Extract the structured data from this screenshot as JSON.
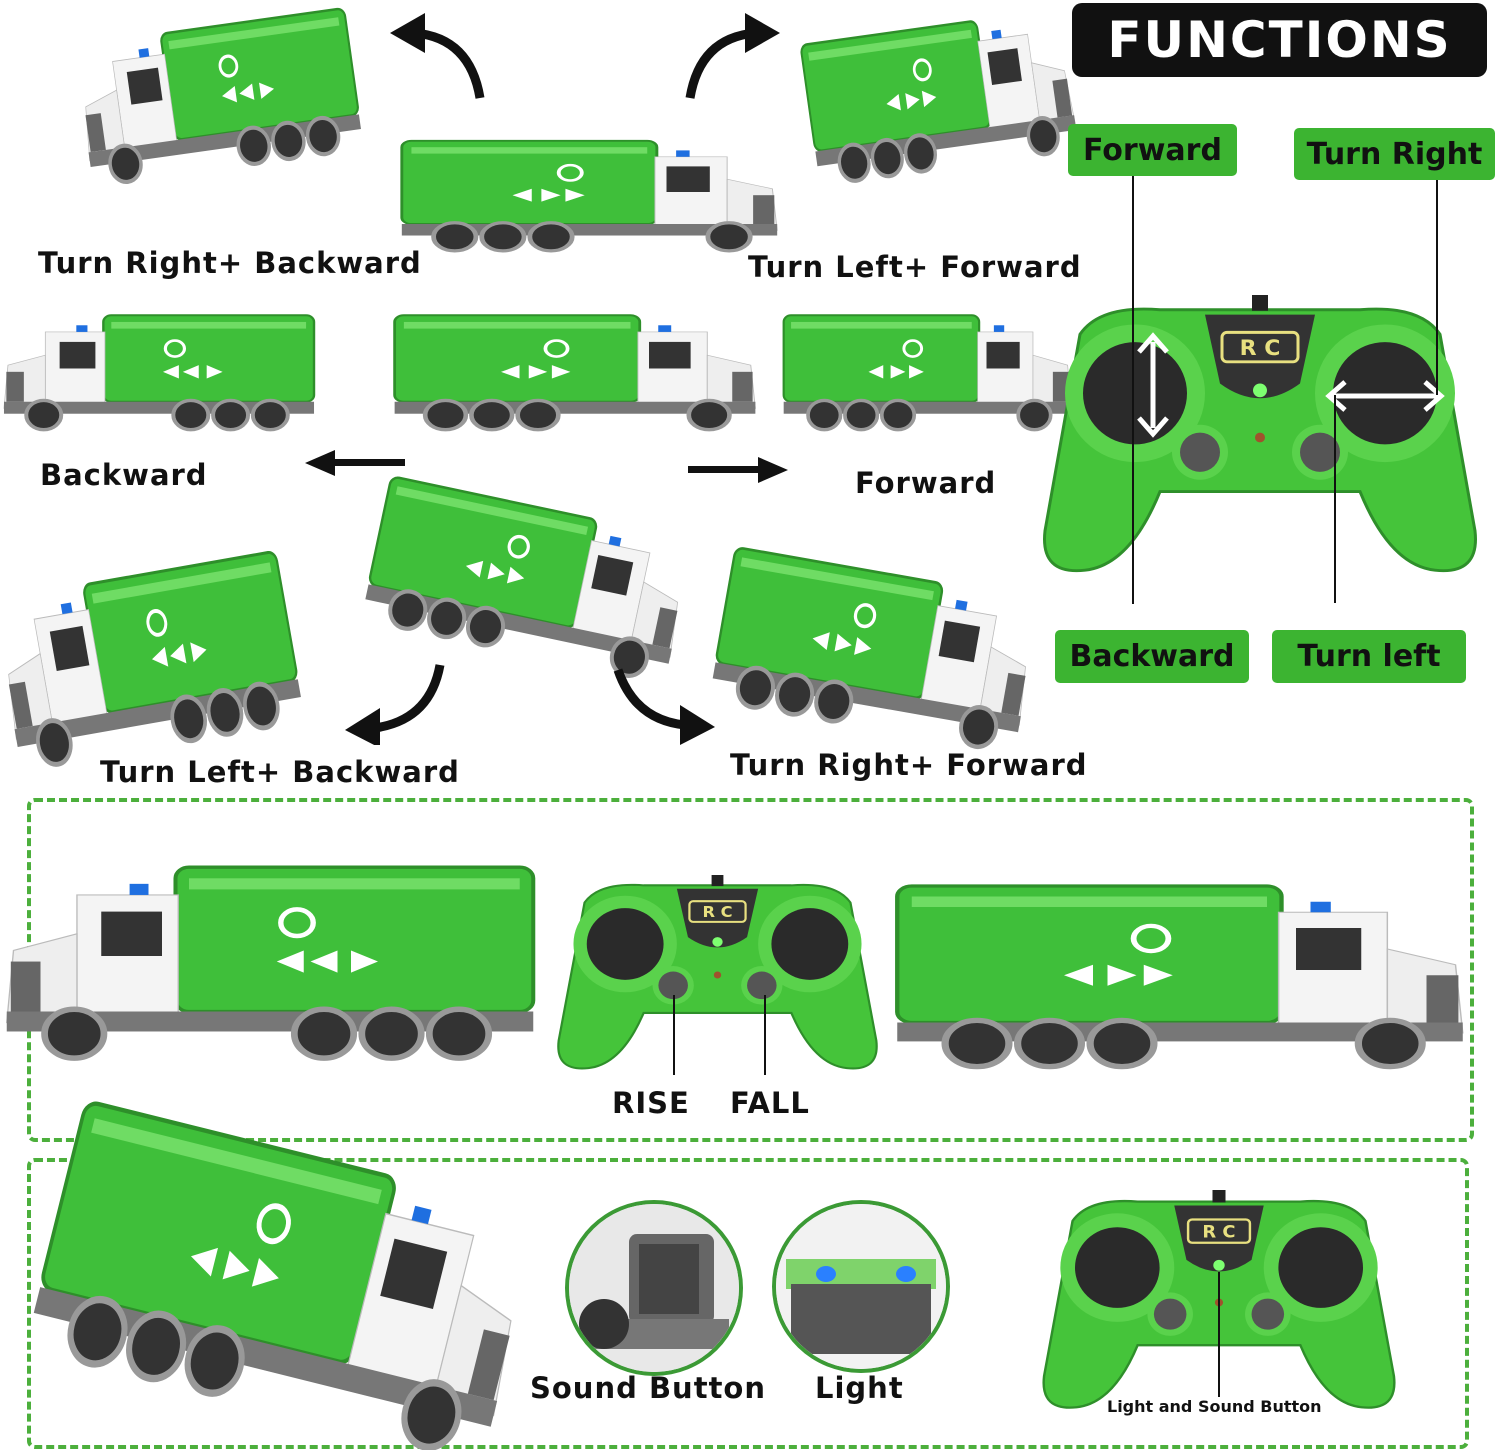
{
  "title": "FUNCTIONS",
  "controls": {
    "forward": "Forward",
    "turn_right": "Turn Right",
    "backward": "Backward",
    "turn_left": "Turn left"
  },
  "moves": {
    "turn_right_backward": "Turn Right+ Backward",
    "turn_left_forward": "Turn Left+ Forward",
    "backward": "Backward",
    "forward": "Forward",
    "turn_left_backward": "Turn Left+ Backward",
    "turn_right_forward": "Turn Right+ Forward"
  },
  "dump": {
    "rise": "RISE",
    "fall": "FALL"
  },
  "extras": {
    "sound_button": "Sound Button",
    "light": "Light",
    "light_and_sound_button": "Light and Sound Button"
  },
  "logo": "R C",
  "colors": {
    "green": "#3cb431",
    "truck_green": "#3fbf3a",
    "controller_green": "#45c43a",
    "title_bg": "#111111"
  }
}
